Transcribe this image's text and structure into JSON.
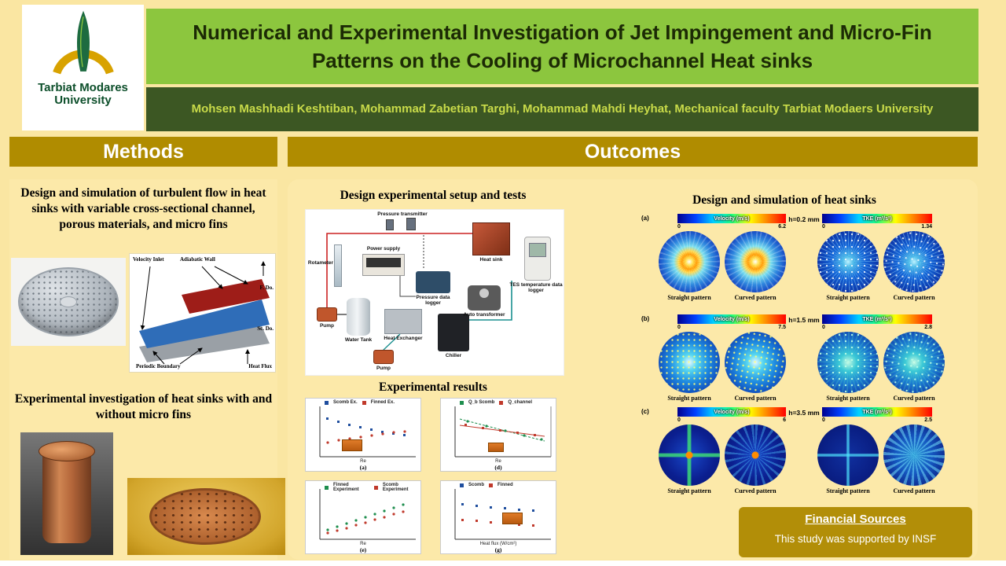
{
  "colors": {
    "banner_green": "#8CC63E",
    "banner_dark_green": "#3C5723",
    "gold": "#B08C00",
    "cream": "#FAE6A2"
  },
  "logo": {
    "line1": "Tarbiat Modares",
    "line2": "University"
  },
  "header": {
    "title": "Numerical and Experimental Investigation of Jet Impingement and Micro-Fin Patterns on the Cooling of Microchannel Heat sinks",
    "authors": "Mohsen Mashhadi Keshtiban, Mohammad Zabetian Targhi, Mohammad Mahdi Heyhat, Mechanical faculty Tarbiat Modaers University"
  },
  "methods": {
    "heading": "Methods",
    "sim_text": "Design and simulation of turbulent flow in heat sinks with variable cross-sectional channel, porous materials, and micro fins",
    "exp_text": "Experimental investigation of heat sinks with and without micro fins",
    "schematic": {
      "velocity_inlet": "Velocity Inlet",
      "adiabatic_wall": "Adiabatic Wall",
      "periodic_boundary": "Periodic Boundary",
      "heat_flux": "Heat Flux",
      "f_domain": "F. Do.",
      "s_domain": "Sc. Do."
    }
  },
  "outcomes": {
    "heading": "Outcomes",
    "setup_title": "Design experimental setup and tests",
    "results_title": "Experimental results",
    "sim_title": "Design and simulation of heat sinks",
    "setup_labels": {
      "pressure_transmitter": "Pressure transmitter",
      "rotameter": "Rotameter",
      "power_supply": "Power supply",
      "heat_sink": "Heat sink",
      "tes_logger": "TES temperature data logger",
      "pressure_logger": "Pressure data logger",
      "auto_transformer": "Auto transformer",
      "pump1": "Pump",
      "water_tank": "Water Tank",
      "heat_exchanger": "Heat Exchanger",
      "chiller": "Chiller",
      "pump2": "Pump"
    },
    "plots": [
      {
        "legend1": "Scomb Ex.",
        "legend2": "Finned Ex.",
        "xlabel": "Re",
        "caption": "(a)"
      },
      {
        "legend1": "Q_b Scomb",
        "legend2": "Q_channel",
        "xlabel": "Re",
        "caption": "(d)"
      },
      {
        "legend1": "Finned Experiment",
        "legend2": "Scomb Experiment",
        "xlabel": "Re",
        "caption": "(e)"
      },
      {
        "legend1": "Scomb",
        "legend2": "Finned",
        "xlabel": "Heat flux (W/cm²)",
        "caption": "(g)"
      }
    ],
    "sim": {
      "captions": [
        "Straight pattern",
        "Curved pattern"
      ],
      "rows": [
        {
          "letter": "(a)",
          "h": "h=0.2 mm",
          "vel_label": "Velocity (m/s)",
          "vel_min": "0",
          "vel_max": "6.2",
          "tke_label": "TKE (m²/s²)",
          "tke_min": "0",
          "tke_max": "1.34"
        },
        {
          "letter": "(b)",
          "h": "h=1.5 mm",
          "vel_label": "Velocity (m/s)",
          "vel_min": "0",
          "vel_max": "7.5",
          "tke_label": "TKE (m²/s²)",
          "tke_min": "0",
          "tke_max": "2.8"
        },
        {
          "letter": "(c)",
          "h": "h=3.5 mm",
          "vel_label": "Velocity (m/s)",
          "vel_min": "0",
          "vel_max": "6",
          "tke_label": "TKE (m²/s²)",
          "tke_min": "0",
          "tke_max": "2.5"
        }
      ]
    }
  },
  "financial": {
    "title": "Financial Sources",
    "text": "This study was supported by INSF"
  }
}
